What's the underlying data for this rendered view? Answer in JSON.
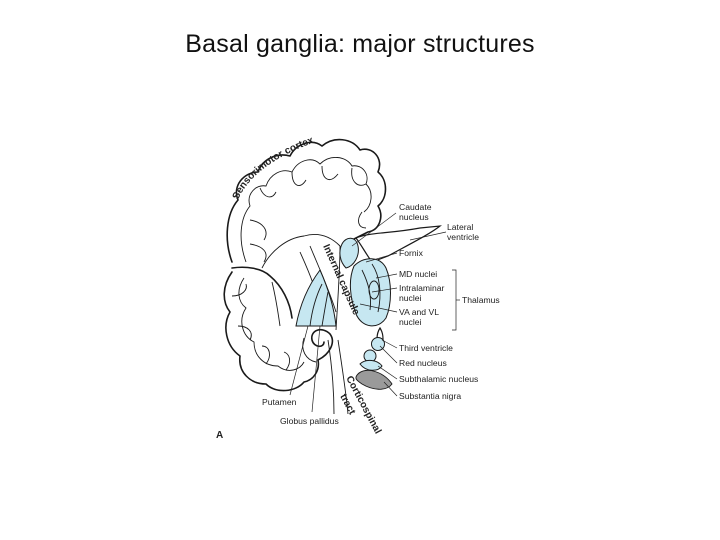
{
  "title": "Basal ganglia: major structures",
  "colors": {
    "structure_fill": "#c6e7f1",
    "substantia_nigra_fill": "#9a9a9a",
    "ink": "#1a1a1a"
  },
  "labels": {
    "sensorimotor_cortex": "Sensorimotor cortex",
    "internal_capsule": "Internal capsule",
    "corticospinal_line1": "Corticospinal",
    "corticospinal_line2": "tract",
    "caudate_line1": "Caudate",
    "caudate_line2": "nucleus",
    "lateral_ventricle_line1": "Lateral",
    "lateral_ventricle_line2": "ventricle",
    "fornix": "Fornix",
    "md_nuclei": "MD nuclei",
    "intralaminar_line1": "Intralaminar",
    "intralaminar_line2": "nuclei",
    "thalamus": "Thalamus",
    "va_vl_line1": "VA and VL",
    "va_vl_line2": "nuclei",
    "third_ventricle": "Third ventricle",
    "red_nucleus": "Red nucleus",
    "subthalamic_nucleus": "Subthalamic nucleus",
    "substantia_nigra": "Substantia nigra",
    "putamen": "Putamen",
    "globus_pallidus": "Globus pallidus",
    "panel_letter": "A"
  }
}
